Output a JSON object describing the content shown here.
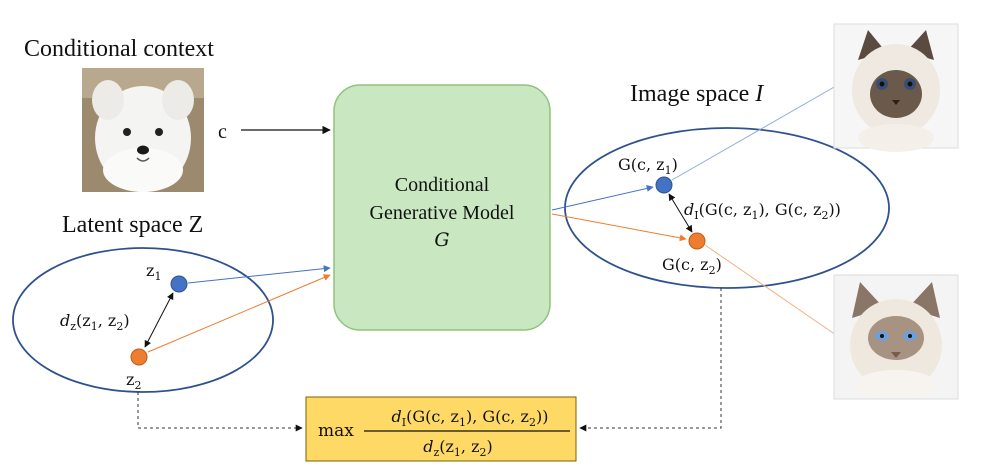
{
  "labels": {
    "conditional_context": "Conditional context",
    "c": "c",
    "model_line1": "Conditional",
    "model_line2": "Generative Model",
    "model_symbol": "G",
    "latent_space": "Latent space Z",
    "image_space": "Image space ",
    "image_space_symbol": "I",
    "z1": "z",
    "z1_sub": "1",
    "z2": "z",
    "z2_sub": "2",
    "dz_d": "d",
    "dz_sub": "z",
    "dz_args": "(z",
    "dz_args_1": "1",
    "dz_args_mid": ", z",
    "dz_args_2": "2",
    "dz_args_end": ")",
    "gc1_pre": "G(c, z",
    "gc1_sub": "1",
    "gc1_end": ")",
    "gc2_pre": "G(c, z",
    "gc2_sub": "2",
    "gc2_end": ")",
    "di_d": "d",
    "di_sub": "I",
    "di_a": "(G(c, z",
    "di_a1": "1",
    "di_b": "), G(c, z",
    "di_b2": "2",
    "di_c": "))",
    "formula_max": "max",
    "formula_num_d": "d",
    "formula_num_sub": "I",
    "formula_num_a": "(G(c, z",
    "formula_num_a1": "1",
    "formula_num_b": "), G(c, z",
    "formula_num_b2": "2",
    "formula_num_c": "))",
    "formula_den_d": "d",
    "formula_den_sub": "z",
    "formula_den_a": "(z",
    "formula_den_a1": "1",
    "formula_den_b": ", z",
    "formula_den_b2": "2",
    "formula_den_c": ")"
  },
  "images": {
    "dog": "white-puppy-photo",
    "cat_top": "birman-cat-photo-1",
    "cat_bottom": "birman-cat-photo-2"
  },
  "colors": {
    "ellipse_stroke": "#2f528f",
    "blue_node": "#4472c4",
    "orange_node": "#ed7d31",
    "model_fill": "#c9e7c1",
    "model_stroke": "#8fc47d",
    "formula_fill": "#ffd966",
    "formula_stroke": "#7f6000"
  }
}
